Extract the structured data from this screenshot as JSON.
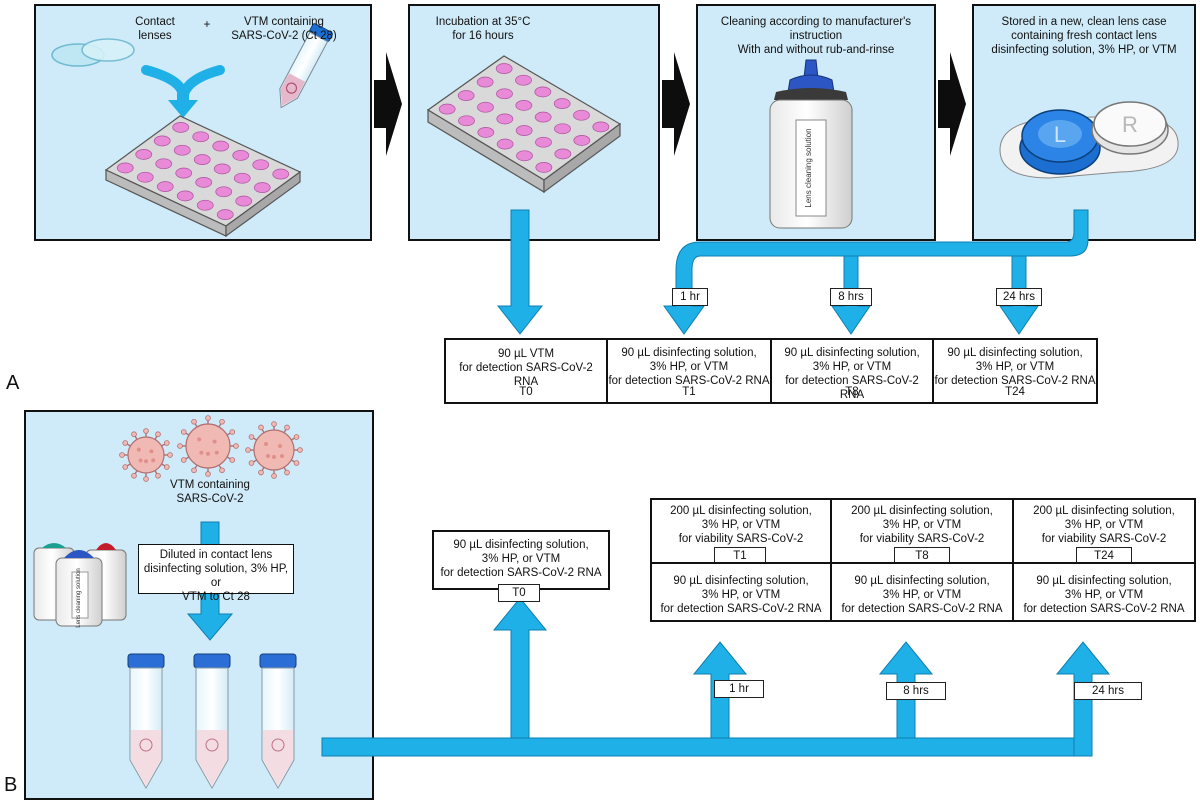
{
  "panel_a": {
    "letter": "A",
    "step1": {
      "lenses": "Contact\nlenses",
      "plus": "+",
      "vtm": "VTM containing\nSARS-CoV-2 (Ct 28)"
    },
    "step2": "Incubation at 35°C\nfor 16 hours",
    "step3": "Cleaning according to manufacturer's\ninstruction\nWith and without rub-and-rinse",
    "step3_bottle_label": "Lens cleaning solution",
    "step4": "Stored in a new, clean lens case\ncontaining fresh contact lens\ndisinfecting solution, 3% HP, or VTM",
    "case_left": "L",
    "case_right": "R",
    "times": [
      "1 hr",
      "8 hrs",
      "24 hrs"
    ],
    "samples": [
      {
        "text": "90 µL VTM\nfor detection SARS-CoV-2 RNA",
        "label": "T0"
      },
      {
        "text": "90 µL disinfecting solution,\n3% HP, or VTM\nfor detection SARS-CoV-2 RNA",
        "label": "T1"
      },
      {
        "text": "90 µL disinfecting solution,\n3% HP, or VTM\nfor detection SARS-CoV-2 RNA",
        "label": "T8"
      },
      {
        "text": "90 µL disinfecting solution,\n3% HP, or VTM\nfor detection SARS-CoV-2 RNA",
        "label": "T24"
      }
    ]
  },
  "panel_b": {
    "letter": "B",
    "vtm": "VTM containing\nSARS-CoV-2",
    "bottle_label": "Lens cleaning solution",
    "diluted": "Diluted in contact lens\ndisinfecting solution, 3% HP, or\nVTM to Ct 28",
    "t0_box": "90 µL disinfecting solution,\n3% HP, or VTM\nfor detection SARS-CoV-2 RNA",
    "t0_label": "T0",
    "times": [
      "1 hr",
      "8 hrs",
      "24 hrs"
    ],
    "columns": [
      {
        "viability": "200 µL disinfecting solution,\n3% HP, or VTM\nfor viability SARS-CoV-2",
        "label": "T1",
        "detection": "90 µL disinfecting solution,\n3% HP, or VTM\nfor detection SARS-CoV-2 RNA"
      },
      {
        "viability": "200 µL disinfecting solution,\n3% HP, or VTM\nfor viability SARS-CoV-2",
        "label": "T8",
        "detection": "90 µL disinfecting solution,\n3% HP, or VTM\nfor detection SARS-CoV-2 RNA"
      },
      {
        "viability": "200 µL disinfecting solution,\n3% HP, or VTM\nfor viability SARS-CoV-2",
        "label": "T24",
        "detection": "90 µL disinfecting solution,\n3% HP, or VTM\nfor detection SARS-CoV-2 RNA"
      }
    ]
  },
  "colors": {
    "panel": "#cfeaf8",
    "arrow": "#1fb0e8",
    "arrow_dark": "#0e7fb0",
    "well": "#e98ad8",
    "virus": "#f1b9b4"
  }
}
